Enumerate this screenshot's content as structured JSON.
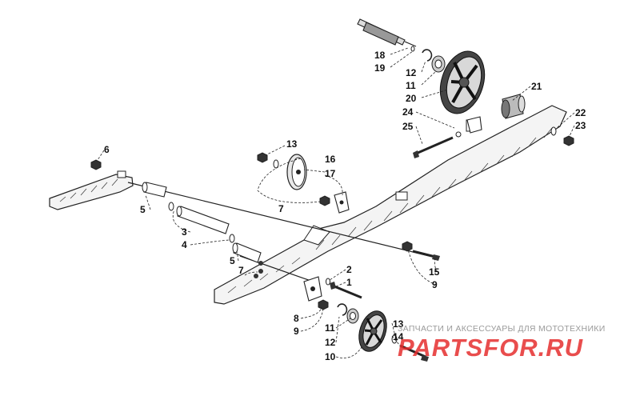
{
  "diagram": {
    "part_labels": [
      {
        "id": "l18",
        "text": "18"
      },
      {
        "id": "l19",
        "text": "19"
      },
      {
        "id": "l12a",
        "text": "12"
      },
      {
        "id": "l11a",
        "text": "11"
      },
      {
        "id": "l20",
        "text": "20"
      },
      {
        "id": "l21",
        "text": "21"
      },
      {
        "id": "l24",
        "text": "24"
      },
      {
        "id": "l25",
        "text": "25"
      },
      {
        "id": "l22",
        "text": "22"
      },
      {
        "id": "l23",
        "text": "23"
      },
      {
        "id": "l6",
        "text": "6"
      },
      {
        "id": "l13a",
        "text": "13"
      },
      {
        "id": "l16",
        "text": "16"
      },
      {
        "id": "l17",
        "text": "17"
      },
      {
        "id": "l7a",
        "text": "7"
      },
      {
        "id": "l5a",
        "text": "5"
      },
      {
        "id": "l3",
        "text": "3"
      },
      {
        "id": "l4",
        "text": "4"
      },
      {
        "id": "l5b",
        "text": "5"
      },
      {
        "id": "l7b",
        "text": "7"
      },
      {
        "id": "l15",
        "text": "15"
      },
      {
        "id": "l9a",
        "text": "9"
      },
      {
        "id": "l2",
        "text": "2"
      },
      {
        "id": "l1",
        "text": "1"
      },
      {
        "id": "l8",
        "text": "8"
      },
      {
        "id": "l9b",
        "text": "9"
      },
      {
        "id": "l11b",
        "text": "11"
      },
      {
        "id": "l12b",
        "text": "12"
      },
      {
        "id": "l13b",
        "text": "13"
      },
      {
        "id": "l14",
        "text": "14"
      },
      {
        "id": "l10",
        "text": "10"
      }
    ]
  },
  "watermark": {
    "caption": "ЗАПЧАСТИ И АКСЕССУАРЫ ДЛЯ МОТОТЕХНИКИ",
    "logo": "PARTSFOR.RU",
    "logo_color": "#e62e2e"
  }
}
